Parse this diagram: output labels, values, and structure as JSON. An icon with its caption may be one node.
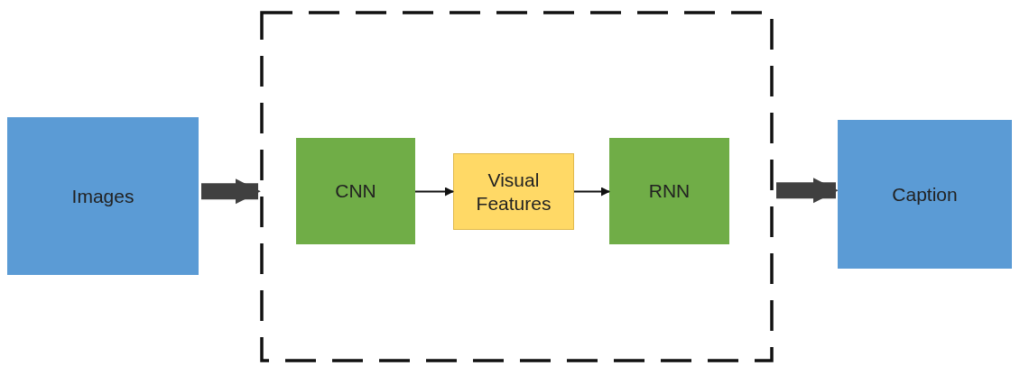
{
  "diagram": {
    "nodes": [
      {
        "text": [
          "Images"
        ]
      },
      {
        "text": [],
        "shape": "box"
      },
      {
        "text": [
          "CNN"
        ],
        "in": 1
      },
      {
        "text": [
          "Visual Features"
        ],
        "in": 1
      },
      {
        "text": [
          "RNN"
        ],
        "in": 1
      },
      {
        "text": [
          "Caption"
        ]
      }
    ],
    "edges": [
      {
        "from": 0,
        "to": 1,
        "arrow": "to",
        "style": "thick",
        "color": "#404040"
      },
      {
        "from": 2,
        "to": 3,
        "arrow": "to"
      },
      {
        "from": 3,
        "to": 4,
        "arrow": "to"
      },
      {
        "from": 1,
        "to": 5,
        "arrow": "to",
        "style": "thick",
        "color": "#404040"
      }
    ]
  }
}
